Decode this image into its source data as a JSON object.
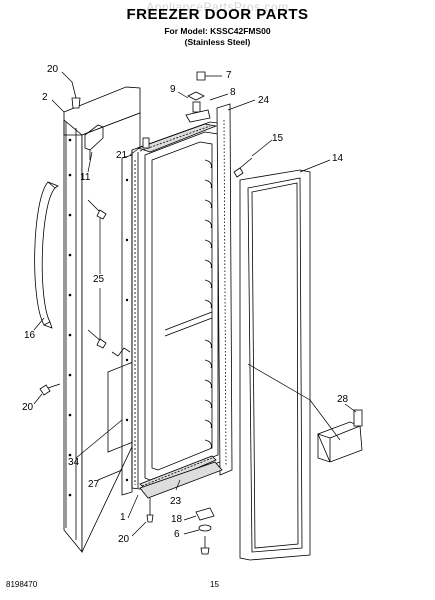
{
  "header": {
    "watermark": "AppliancePartsPros.com",
    "title": "FREEZER DOOR PARTS",
    "model_line": "For Model: KSSC42FMS00",
    "finish_line": "(Stainless Steel)"
  },
  "callouts": {
    "c20a": "20",
    "c2": "2",
    "c11": "11",
    "c25": "25",
    "c16": "16",
    "c20b": "20",
    "c34": "34",
    "c27": "27",
    "c1": "1",
    "c20c": "20",
    "c7": "7",
    "c9": "9",
    "c8": "8",
    "c24": "24",
    "c21": "21",
    "c15": "15",
    "c14": "14",
    "c28": "28",
    "c23": "23",
    "c18": "18",
    "c6": "6"
  },
  "footer": {
    "doc_number": "8198470",
    "page_number": "15"
  }
}
